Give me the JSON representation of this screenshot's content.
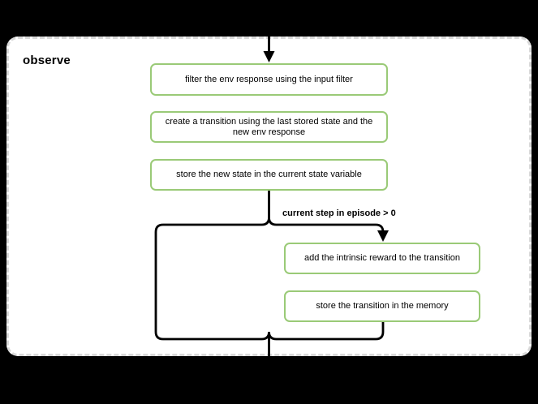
{
  "diagram": {
    "title": "observe",
    "nodes": [
      {
        "id": "filter-env-response",
        "label": "filter the env response using the input filter"
      },
      {
        "id": "create-transition",
        "label": "create a transition using the last stored state and the new env response"
      },
      {
        "id": "store-new-state",
        "label": "store the new state in the current state variable"
      },
      {
        "id": "add-intrinsic-reward",
        "label": "add the intrinsic reward to the transition"
      },
      {
        "id": "store-transition",
        "label": "store the transition in the memory"
      }
    ],
    "condition_label": "current step in episode > 0",
    "colors": {
      "background": "#000000",
      "container_fill": "#ffffff",
      "container_border": "#d9d9d9",
      "node_fill": "#ffffff",
      "node_border": "#9aca77",
      "edge": "#000000",
      "text": "#000000"
    }
  }
}
